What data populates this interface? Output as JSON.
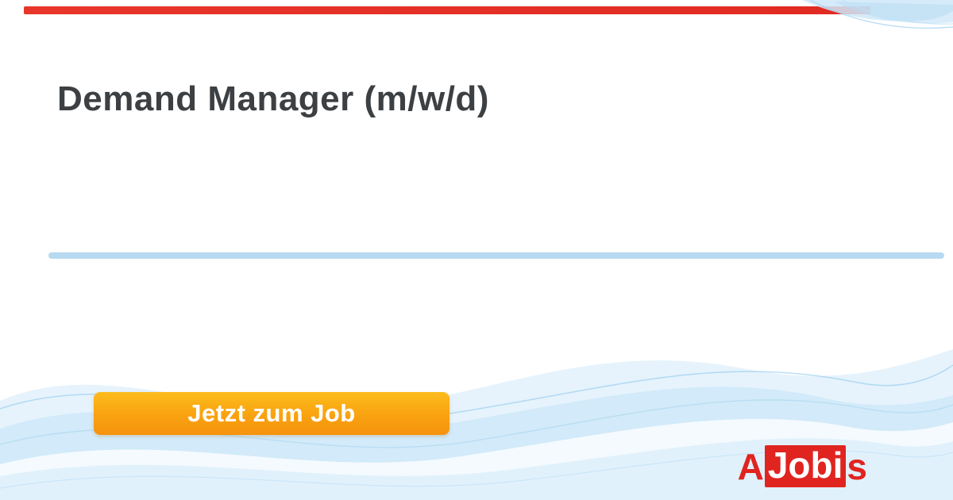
{
  "page": {
    "title": "Demand Manager (m/w/d)"
  },
  "cta": {
    "label": "Jetzt zum Job"
  },
  "logo": {
    "prefix": "A",
    "highlight": "Jobi",
    "suffix": "s"
  },
  "colors": {
    "top_bar_red": "#e02a22",
    "divider_blue": "#b7d9f1",
    "button_orange_top": "#fcbc1d",
    "button_orange_bottom": "#f6920e",
    "wave_blue_light": "#dceefb",
    "wave_blue_mid": "#c2e2f7",
    "logo_red": "#e02420",
    "title_gray": "#3d4043"
  }
}
